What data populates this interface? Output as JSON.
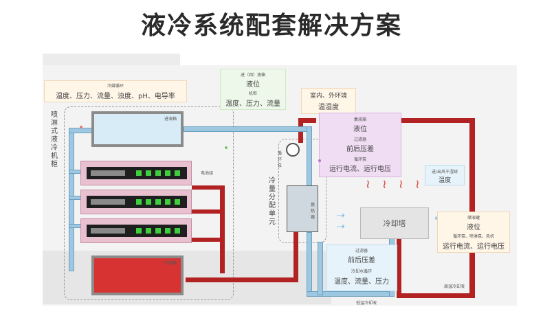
{
  "title": "液冷系统配套解决方案",
  "cabinet": {
    "side_label": "喷淋式液冷机柜",
    "top_tank_label": "进液箱",
    "bottom_tank_label": "回液箱",
    "server_label": "电池组"
  },
  "spray_loop_tag": {
    "heading": "冷媒循环",
    "items": "温度、压力、流量、浊度、pH、电导率"
  },
  "tank_tag": {
    "heading": "进（回）液箱",
    "level": "液位",
    "sub": "机柜",
    "items": "温度、压力、流量"
  },
  "env_tag": {
    "heading": "室内、外环境",
    "value": "温湿度"
  },
  "cdu": {
    "label": "冷量分配单元",
    "pump_label": "循环泵",
    "exchanger_label": "换热器"
  },
  "collector_tag": {
    "h1": "集液箱",
    "v1": "液位",
    "h2": "过滤器",
    "v2": "前后压差",
    "h3": "循环泵",
    "v3": "运行电流、运行电压"
  },
  "tower": {
    "label": "冷却塔",
    "air_tag_heading": "进/出风干湿球",
    "air_tag_value": "温度"
  },
  "tower_tag": {
    "heading": "储液罐",
    "level": "液位",
    "sub": "循环泵、喷淋泵、风机",
    "items": "运行电流、运行电压"
  },
  "cooling_loop_tag": {
    "h1": "过滤器",
    "v1": "前后压差",
    "h2": "冷却水循环",
    "v2": "温度、流量、压力"
  },
  "pipe_labels": {
    "low_temp": "低温冷却液",
    "high_temp": "高温冷却液"
  }
}
